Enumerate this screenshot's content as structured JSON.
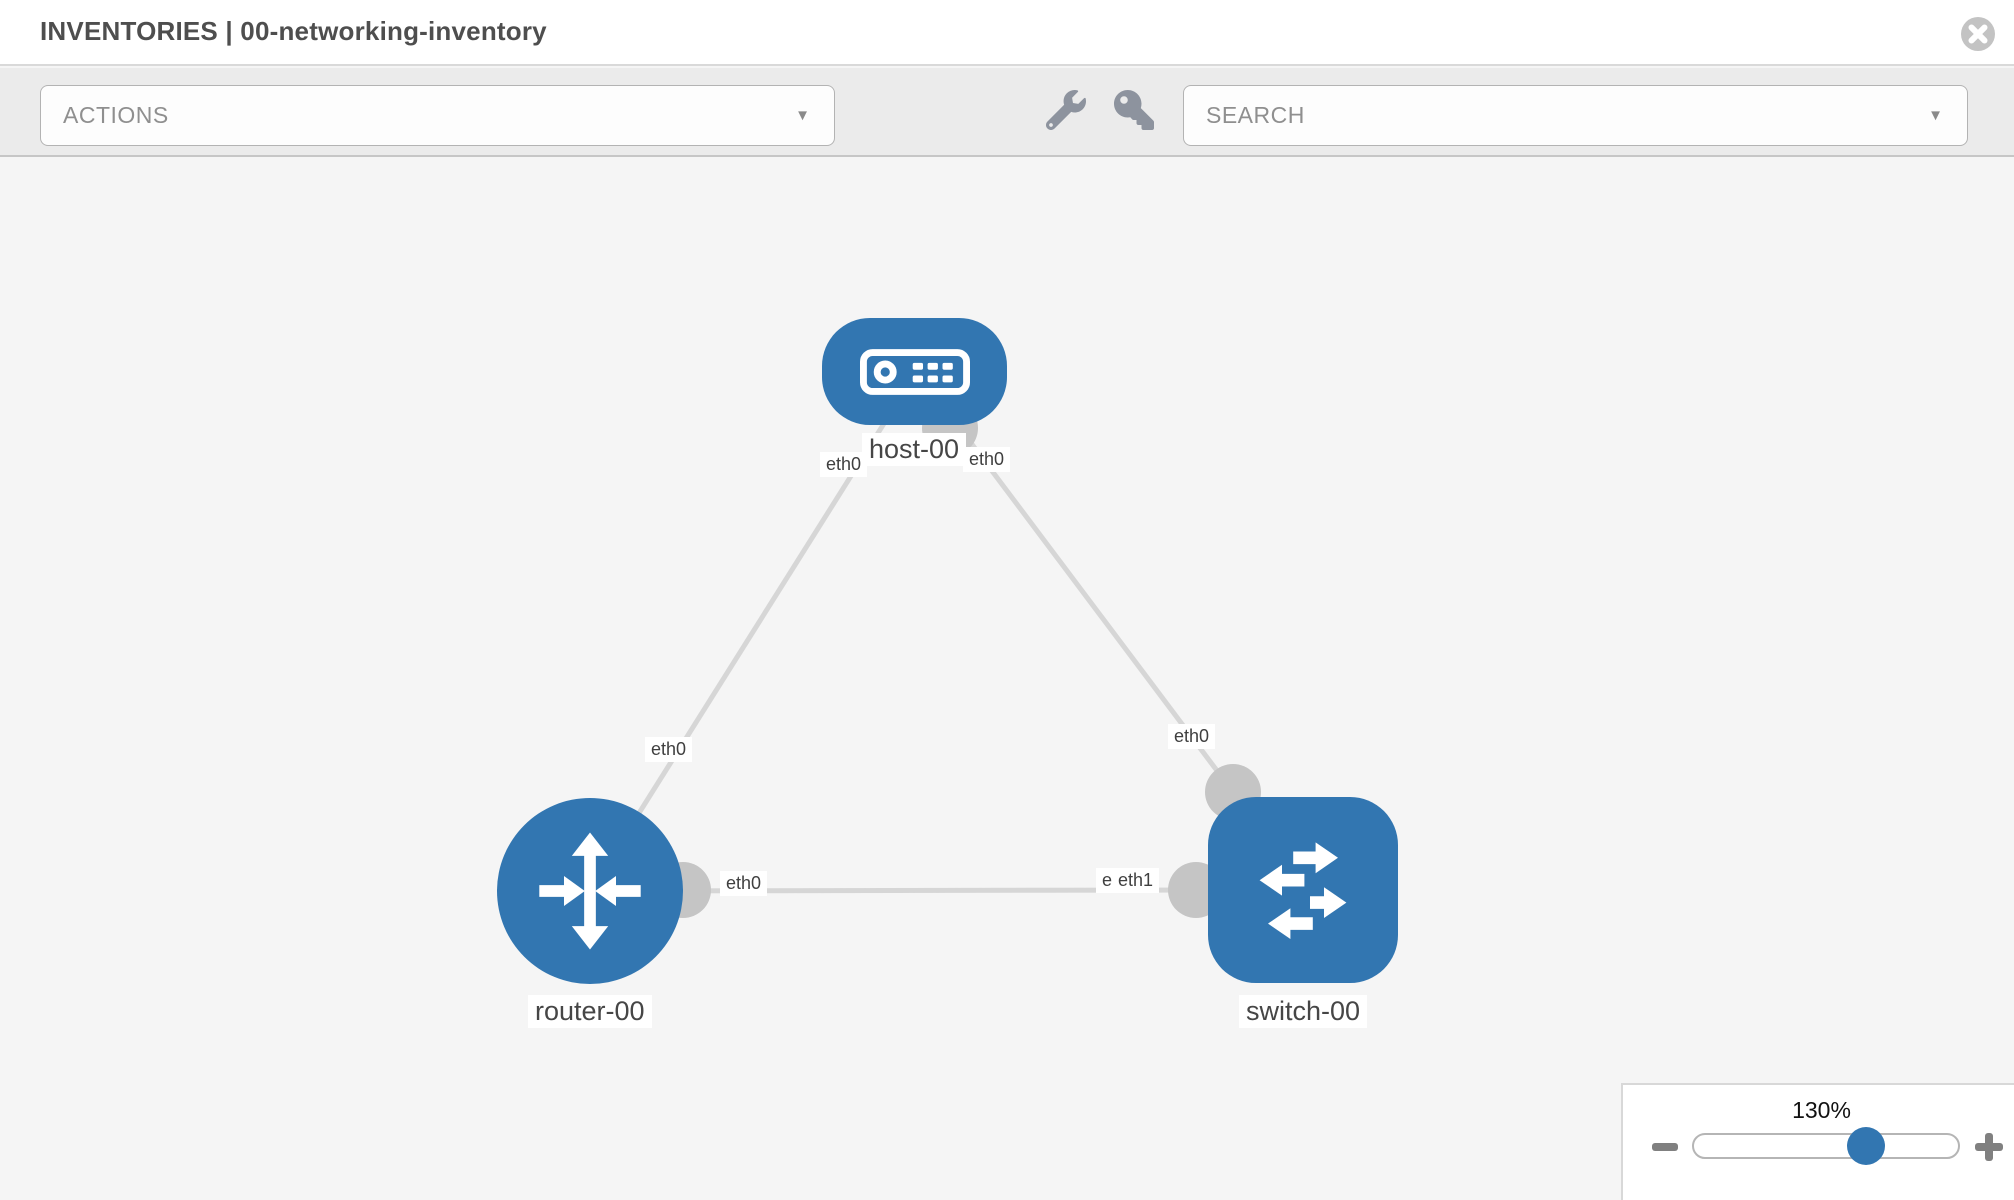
{
  "header": {
    "title": "INVENTORIES | 00-networking-inventory"
  },
  "toolbar": {
    "actions_label": "ACTIONS",
    "search_label": "SEARCH",
    "caret": "▼",
    "icons": [
      "wrench-icon",
      "key-icon"
    ]
  },
  "topology": {
    "nodes": [
      {
        "id": "host-00",
        "type": "host",
        "label": "host-00"
      },
      {
        "id": "router-00",
        "type": "router",
        "label": "router-00"
      },
      {
        "id": "switch-00",
        "type": "switch",
        "label": "switch-00"
      }
    ],
    "links": [
      {
        "from": "host-00",
        "to": "router-00",
        "from_interface": "eth0",
        "to_interface": "eth0"
      },
      {
        "from": "host-00",
        "to": "switch-00",
        "from_interface": "eth0",
        "to_interface": "eth0"
      },
      {
        "from": "router-00",
        "to": "switch-00",
        "from_interface": "eth0",
        "to_interface": "eth1"
      }
    ],
    "interfaces": {
      "host_router_at_host": "eth0",
      "host_switch_at_host": "eth0",
      "host_router_at_router": "eth0",
      "router_switch_at_router": "eth0",
      "host_switch_at_switch": "eth0",
      "router_switch_at_switch_under": "eth0",
      "router_switch_at_switch": "eth1"
    }
  },
  "zoom_control": {
    "level": "130%",
    "percent": 65
  },
  "colors": {
    "node_blue": "#3276b1",
    "link_gray": "#d6d6d6",
    "connector_gray": "#c5c5c5",
    "canvas_bg": "#f5f5f5",
    "toolbar_bg": "#ebebeb"
  }
}
